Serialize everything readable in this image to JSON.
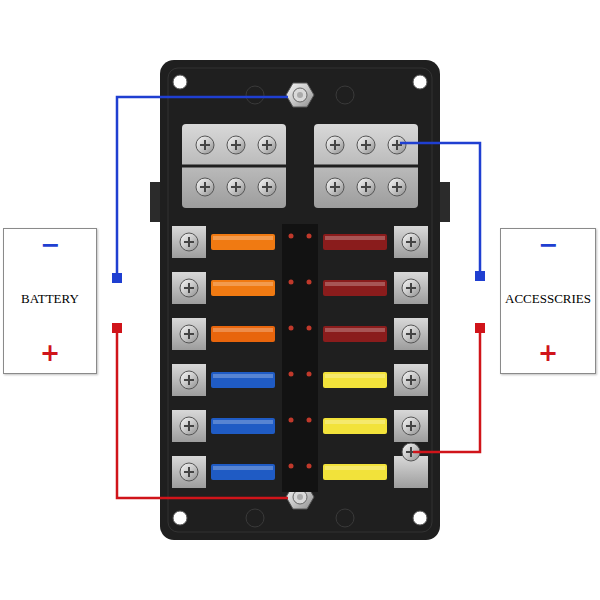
{
  "diagram": {
    "nodes": [
      {
        "text": [
          "−",
          "BATTERY",
          "+"
        ]
      },
      {
        "text": [
          "−",
          "ACCESSCRIES",
          "+"
        ]
      }
    ]
  }
}
